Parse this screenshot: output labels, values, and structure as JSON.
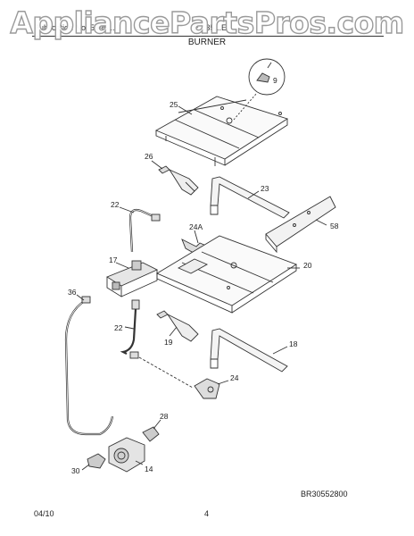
{
  "watermark": "AppliancePartsPros.com",
  "header": {
    "left": "Publication No. 5995...",
    "right": "E...35...E"
  },
  "title": "BURNER",
  "callouts": {
    "c9": "9",
    "c25": "25",
    "c26": "26",
    "c23": "23",
    "c58": "58",
    "c22a": "22",
    "c24a": "24A",
    "c17": "17",
    "c20": "20",
    "c36": "36",
    "c22b": "22",
    "c19": "19",
    "c18": "18",
    "c24": "24",
    "c28": "28",
    "c30": "30",
    "c14": "14"
  },
  "reference_code": "BR30552800",
  "footer": {
    "date": "04/10",
    "page": "4"
  }
}
